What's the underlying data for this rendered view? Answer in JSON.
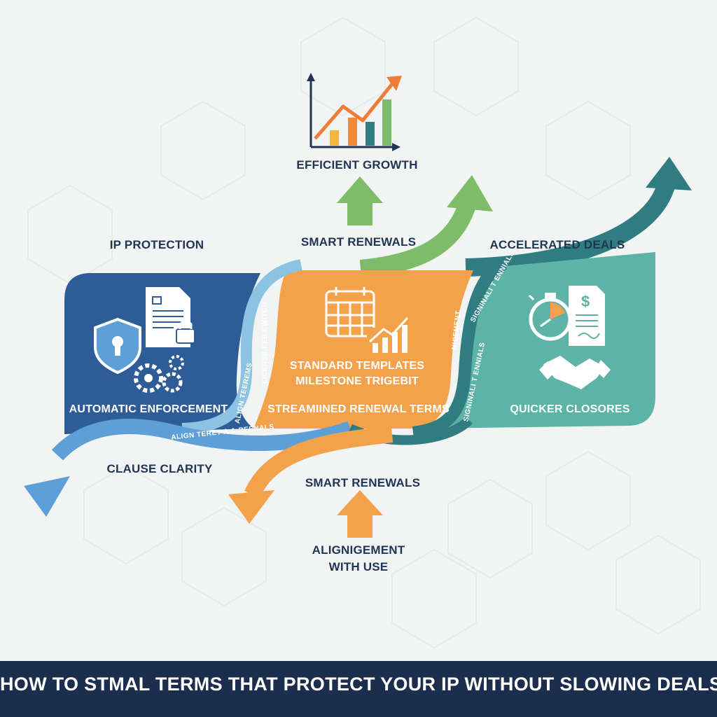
{
  "colors": {
    "background": "#f2f3f3",
    "blue_panel": "#2e5c97",
    "orange_panel": "#f3a14a",
    "teal_panel": "#5db3a5",
    "green_arrow": "#7dbd6a",
    "teal_arrow": "#2f7d80",
    "light_blue_ribbon": "#5d9fd6",
    "footer_bar": "#1b2e4d",
    "label_text": "#1f3553"
  },
  "top": {
    "growth_label": "EFFICIENT GROWTH"
  },
  "headers": {
    "ip_protection": "IP PROTECTION",
    "smart_renewals": "SMART RENEWALS",
    "accelerated_deals": "ACCELERATED DEALS"
  },
  "panels": {
    "blue": {
      "caption": "AUTOMATIC ENFORCEMENT"
    },
    "orange": {
      "line1": "STANDARD TEMPLATES",
      "line2": "MILESTONE TRIGEBIT",
      "caption": "STREAMIINED RENEWAL TERMS"
    },
    "teal": {
      "caption": "QUICKER CLOSORES"
    }
  },
  "ribbons": {
    "lower_left": "ALIGN TERET A & REENALS",
    "left_vertical": "LICENSE FEE SWITCH",
    "blue_vertical": "ALIGN TEEREMS",
    "teal_upper": "SIGNINALI T ENNIALS",
    "teal_lower": "SIGNINALI T ENNIALS",
    "teal_vertical": "NICEMENT"
  },
  "bottom": {
    "clause_clarity": "CLAUSE CLARITY",
    "smart_renewals": "SMART RENEWALS",
    "alignment_line1": "ALIGNIGEMENT",
    "alignment_line2": "WITH USE"
  },
  "footer": {
    "title": "HOW TO STMAL TERMS THAT PROTECT YOUR IP WITHOUT SLOWING DEALS"
  },
  "icons": [
    "bar-chart-growth-icon",
    "shield-lock-icon",
    "document-lock-icon",
    "gears-icon",
    "calendar-icon",
    "growth-chart-icon",
    "stopwatch-icon",
    "invoice-dollar-icon",
    "handshake-icon",
    "sparkle-icon"
  ]
}
